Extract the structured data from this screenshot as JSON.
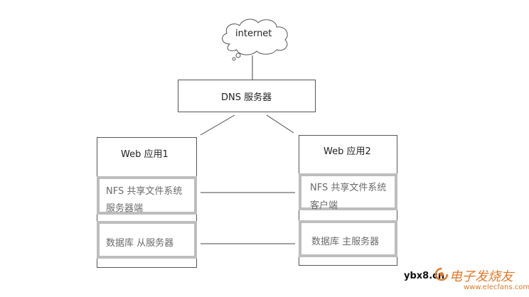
{
  "cloud": {
    "label": "internet"
  },
  "dns": {
    "label": "DNS 服务器"
  },
  "web1": {
    "title": "Web 应用1",
    "nfs_line1": "NFS 共享文件系统",
    "nfs_line2": "服务器端",
    "db": "数据库 从服务器"
  },
  "web2": {
    "title": "Web 应用2",
    "nfs_line1": "NFS 共享文件系统",
    "nfs_line2": "客户端",
    "db": "数据库 主服务器"
  },
  "watermark": {
    "site": "ybx8.cn",
    "brand": "电子发烧友",
    "url": "www.elecfans.com"
  }
}
